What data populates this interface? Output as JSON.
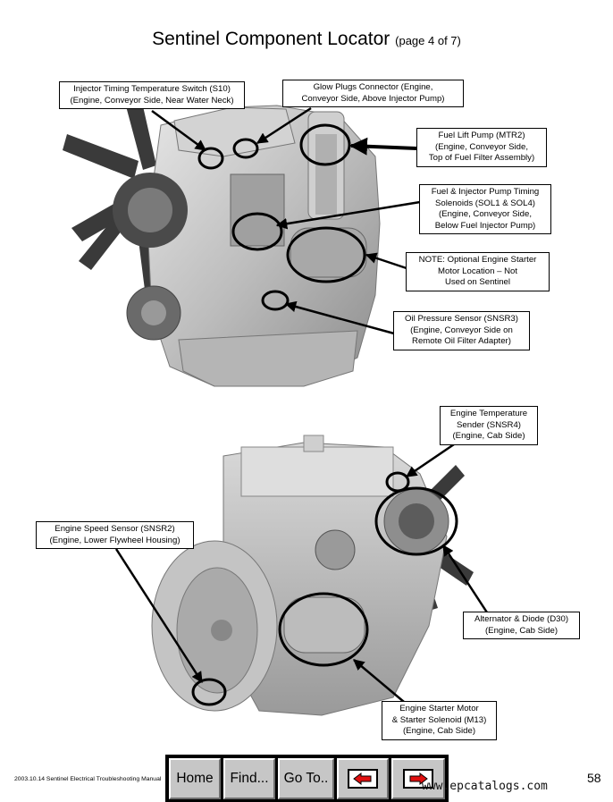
{
  "header": {
    "title": "Sentinel Component Locator",
    "subtitle": "(page 4 of 7)"
  },
  "callouts": {
    "injector_timing_switch": [
      "Injector Timing Temperature Switch (S10)",
      "(Engine, Conveyor Side, Near Water Neck)"
    ],
    "glow_plugs_connector": [
      "Glow Plugs Connector (Engine,",
      "Conveyor Side, Above Injector Pump)"
    ],
    "fuel_lift_pump": [
      "Fuel Lift Pump (MTR2)",
      "(Engine, Conveyor Side,",
      "Top of Fuel Filter Assembly)"
    ],
    "fuel_injector_solenoids": [
      "Fuel &  Injector Pump Timing",
      "Solenoids (SOL1 & SOL4)",
      "(Engine, Conveyor Side,",
      "Below Fuel Injector Pump)"
    ],
    "starter_note": [
      "NOTE: Optional Engine Starter",
      "Motor Location – Not",
      "Used on Sentinel"
    ],
    "oil_pressure_sensor": [
      "Oil Pressure Sensor (SNSR3)",
      "(Engine, Conveyor Side on",
      "Remote Oil Filter Adapter)"
    ],
    "engine_temp_sender": [
      "Engine Temperature",
      "Sender (SNSR4)",
      "(Engine, Cab Side)"
    ],
    "engine_speed_sensor": [
      "Engine Speed Sensor (SNSR2)",
      "(Engine, Lower Flywheel Housing)"
    ],
    "alternator_diode": [
      "Alternator & Diode (D30)",
      "(Engine, Cab Side)"
    ],
    "starter_motor_solenoid": [
      "Engine Starter Motor",
      "& Starter Solenoid (M13)",
      "(Engine, Cab Side)"
    ]
  },
  "footer": {
    "manual_label": "2003.10.14 Sentinel Electrical Troubleshooting Manual",
    "nav": {
      "home": "Home",
      "find": "Find...",
      "goto": "Go To..",
      "back_icon": "left-arrow-icon",
      "forward_icon": "right-arrow-icon"
    },
    "watermark": "www.epcatalogs.com",
    "page_number": "58"
  },
  "colors": {
    "arrow_red": "#e01010",
    "button_face": "#c6c6c6",
    "engine_gray": "#bdbdbd"
  }
}
